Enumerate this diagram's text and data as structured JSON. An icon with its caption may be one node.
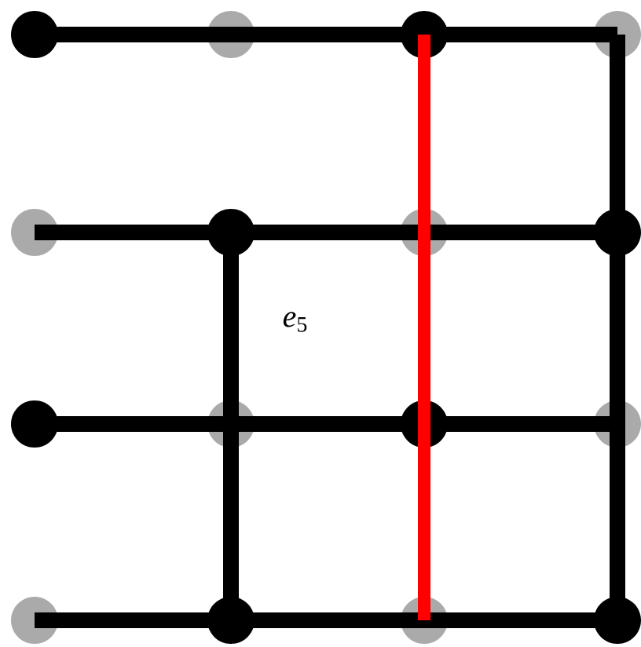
{
  "diagram": {
    "nodes": [
      {
        "text": [],
        "shape": "circle"
      },
      {
        "text": [],
        "shape": "circle"
      },
      {
        "text": [],
        "shape": "circle"
      },
      {
        "text": [],
        "shape": "circle"
      },
      {
        "text": [],
        "shape": "circle"
      },
      {
        "text": [],
        "shape": "circle"
      },
      {
        "text": [],
        "shape": "circle"
      },
      {
        "text": [],
        "shape": "circle"
      },
      {
        "text": [],
        "shape": "circle"
      },
      {
        "text": [],
        "shape": "circle"
      },
      {
        "text": [],
        "shape": "circle"
      },
      {
        "text": [],
        "shape": "circle"
      },
      {
        "text": [],
        "shape": "circle"
      },
      {
        "text": [],
        "shape": "circle"
      },
      {
        "text": [],
        "shape": "circle"
      },
      {
        "text": [],
        "shape": "circle"
      }
    ],
    "edges": [
      {
        "from": 0,
        "to": 1,
        "arrow": "none"
      },
      {
        "from": 1,
        "to": 2,
        "arrow": "none"
      },
      {
        "from": 2,
        "to": 3,
        "arrow": "none"
      },
      {
        "from": 4,
        "to": 5,
        "arrow": "none"
      },
      {
        "from": 5,
        "to": 6,
        "arrow": "none"
      },
      {
        "from": 6,
        "to": 7,
        "arrow": "none"
      },
      {
        "from": 8,
        "to": 9,
        "arrow": "none"
      },
      {
        "from": 9,
        "to": 10,
        "arrow": "none"
      },
      {
        "from": 10,
        "to": 11,
        "arrow": "none"
      },
      {
        "from": 12,
        "to": 13,
        "arrow": "none"
      },
      {
        "from": 13,
        "to": 14,
        "arrow": "none"
      },
      {
        "from": 14,
        "to": 15,
        "arrow": "none"
      },
      {
        "from": 5,
        "to": 9,
        "arrow": "none"
      },
      {
        "from": 9,
        "to": 13,
        "arrow": "none"
      },
      {
        "from": 3,
        "to": 7,
        "arrow": "none"
      },
      {
        "from": 7,
        "to": 11,
        "arrow": "none"
      },
      {
        "from": 11,
        "to": 15,
        "arrow": "none"
      },
      {
        "from": 2,
        "to": 6,
        "arrow": "none",
        "color": "#ff0000"
      },
      {
        "from": 6,
        "to": 10,
        "arrow": "none",
        "color": "#ff0000"
      },
      {
        "from": 10,
        "to": 14,
        "arrow": "none",
        "color": "#ff0000"
      }
    ],
    "labels": [
      "*e*$_{5}$"
    ]
  }
}
